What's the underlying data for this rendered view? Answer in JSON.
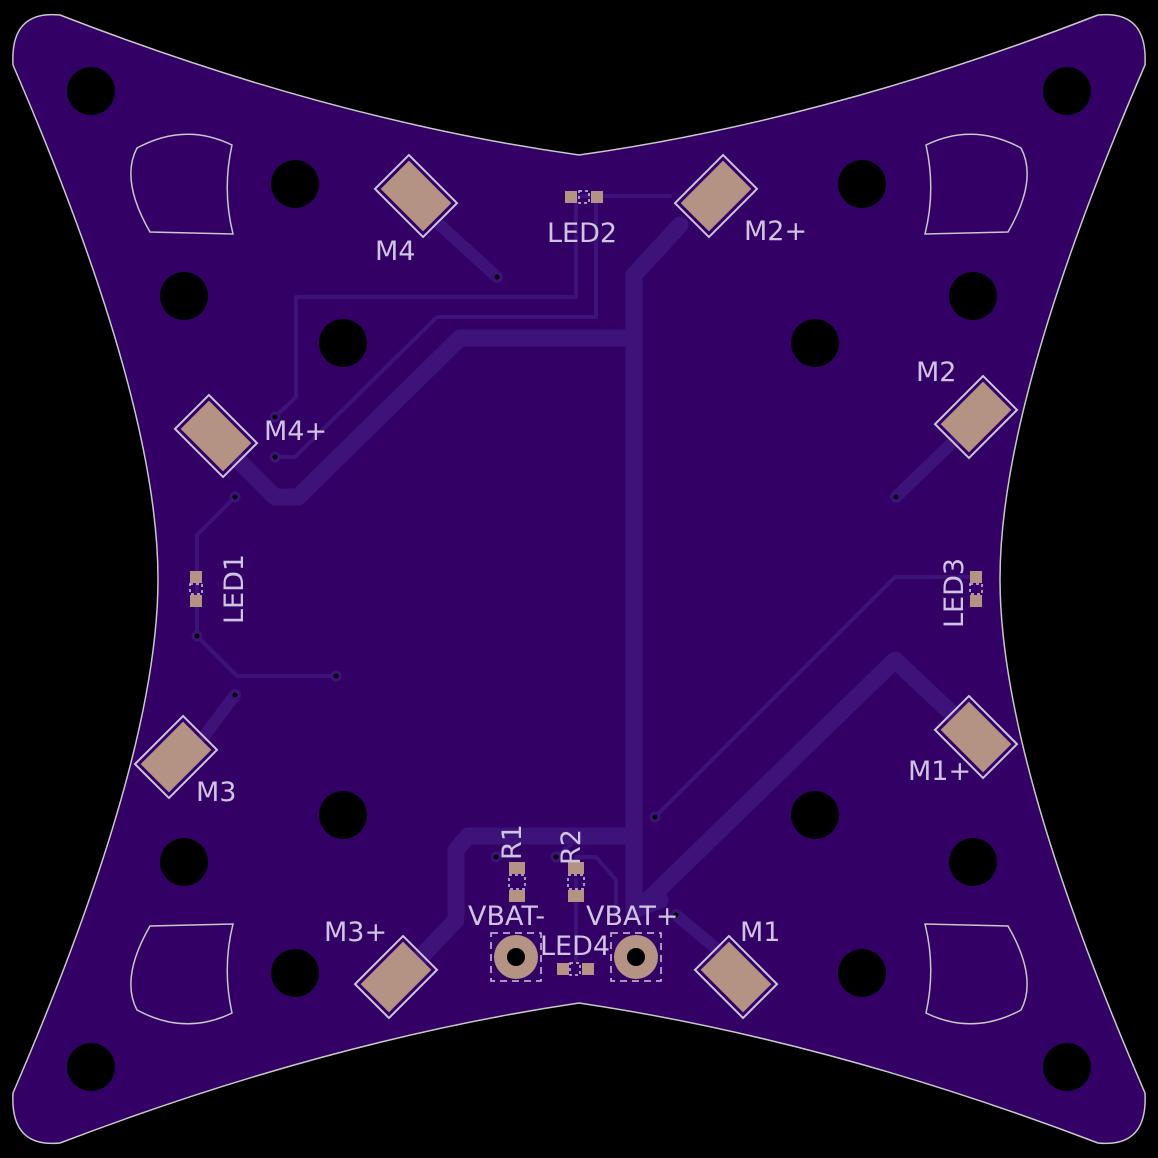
{
  "colors": {
    "background": "#000000",
    "board": "#330066",
    "copper_trace": "#3d137a",
    "silkscreen": "#cfc5e2",
    "pad": "#b59384",
    "hole": "#000000"
  },
  "labels": {
    "m1": "M1",
    "m1_plus": "M1+",
    "m2": "M2",
    "m2_plus": "M2+",
    "m3": "M3",
    "m3_plus": "M3+",
    "m4": "M4",
    "m4_plus": "M4+",
    "led1": "LED1",
    "led2": "LED2",
    "led3": "LED3",
    "led4": "LED4",
    "r1": "R1",
    "r2": "R2",
    "vbat_minus": "VBAT-",
    "vbat_plus": "VBAT+"
  }
}
